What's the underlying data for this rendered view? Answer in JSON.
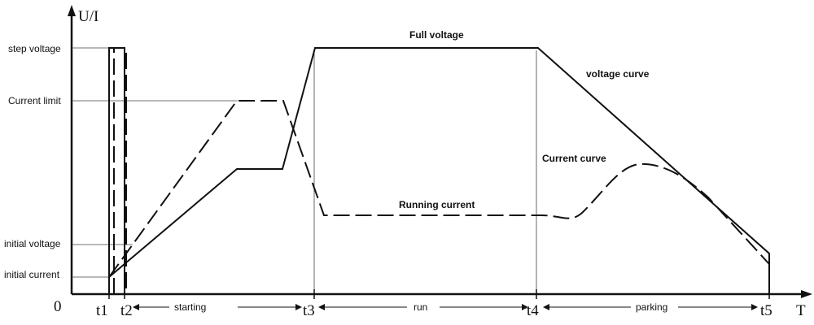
{
  "axes": {
    "y_name": "U/I",
    "x_name": "T",
    "origin": "0"
  },
  "y_levels": {
    "step_voltage": "step voltage",
    "current_limit": "Current limit",
    "initial_voltage": "initial voltage",
    "initial_current": "initial current"
  },
  "time_marks": [
    "t1",
    "t2",
    "t3",
    "t4",
    "t5"
  ],
  "phases": {
    "starting": "starting",
    "run": "run",
    "parking": "parking"
  },
  "annotations": {
    "full_voltage": "Full voltage",
    "voltage_curve": "voltage curve",
    "current_curve": "Current curve",
    "running_current": "Running current"
  },
  "legend": {
    "voltage_style": "solid",
    "current_style": "dashed",
    "color": "#111111"
  }
}
